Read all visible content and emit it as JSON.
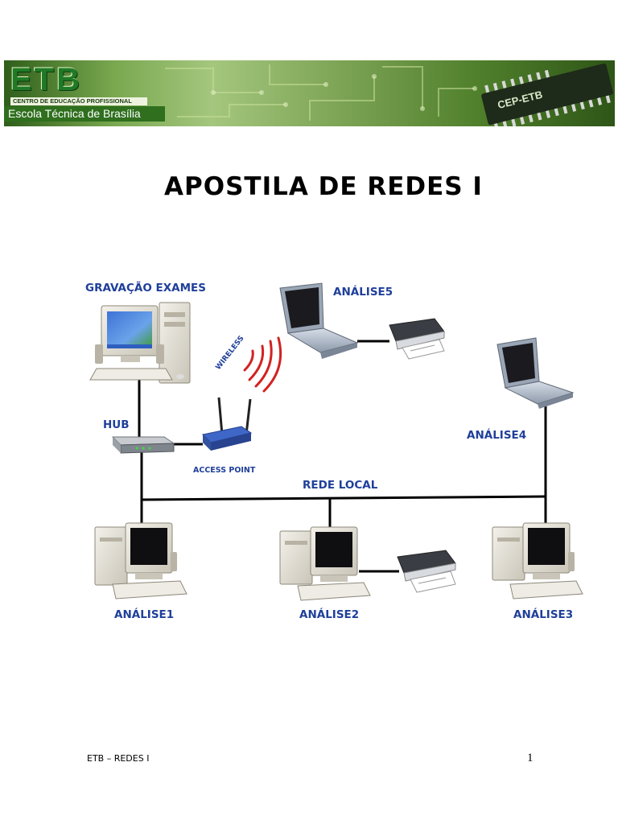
{
  "header": {
    "logo_text": "ETB",
    "logo_subtitle": "CENTRO DE EDUCAÇÃO PROFISSIONAL",
    "school_name": "Escola Técnica de Brasília",
    "chip_label": "CEP-ETB",
    "colors": {
      "banner_dark": "#2f5e1b",
      "banner_light": "#a4c67e",
      "logo_green": "#1f7a26"
    }
  },
  "document": {
    "title": "APOSTILA DE REDES I"
  },
  "diagram": {
    "label_color": "#1f3f9a",
    "labels": {
      "gravacao": "GRAVAÇÃO EXAMES",
      "analise5": "ANÁLISE5",
      "wireless": "WIRELESS",
      "hub": "HUB",
      "access_point": "ACCESS POINT",
      "analise4": "ANÁLISE4",
      "rede_local": "REDE LOCAL",
      "analise1": "ANÁLISE1",
      "analise2": "ANÁLISE2",
      "analise3": "ANÁLISE3"
    },
    "devices": [
      {
        "name": "GRAVAÇÃO EXAMES",
        "icon": "desktop-computer-icon"
      },
      {
        "name": "HUB",
        "icon": "hub-icon"
      },
      {
        "name": "ACCESS POINT",
        "icon": "access-point-icon"
      },
      {
        "name": "ANÁLISE5",
        "icon": "laptop-icon"
      },
      {
        "name": "ANÁLISE4",
        "icon": "laptop-icon"
      },
      {
        "name": "ANÁLISE1",
        "icon": "desktop-computer-icon"
      },
      {
        "name": "ANÁLISE2",
        "icon": "desktop-computer-icon"
      },
      {
        "name": "ANÁLISE3",
        "icon": "desktop-computer-icon"
      },
      {
        "name": "printer",
        "icon": "printer-icon"
      }
    ]
  },
  "footer": {
    "left": "ETB – REDES I",
    "page_number": "1"
  }
}
